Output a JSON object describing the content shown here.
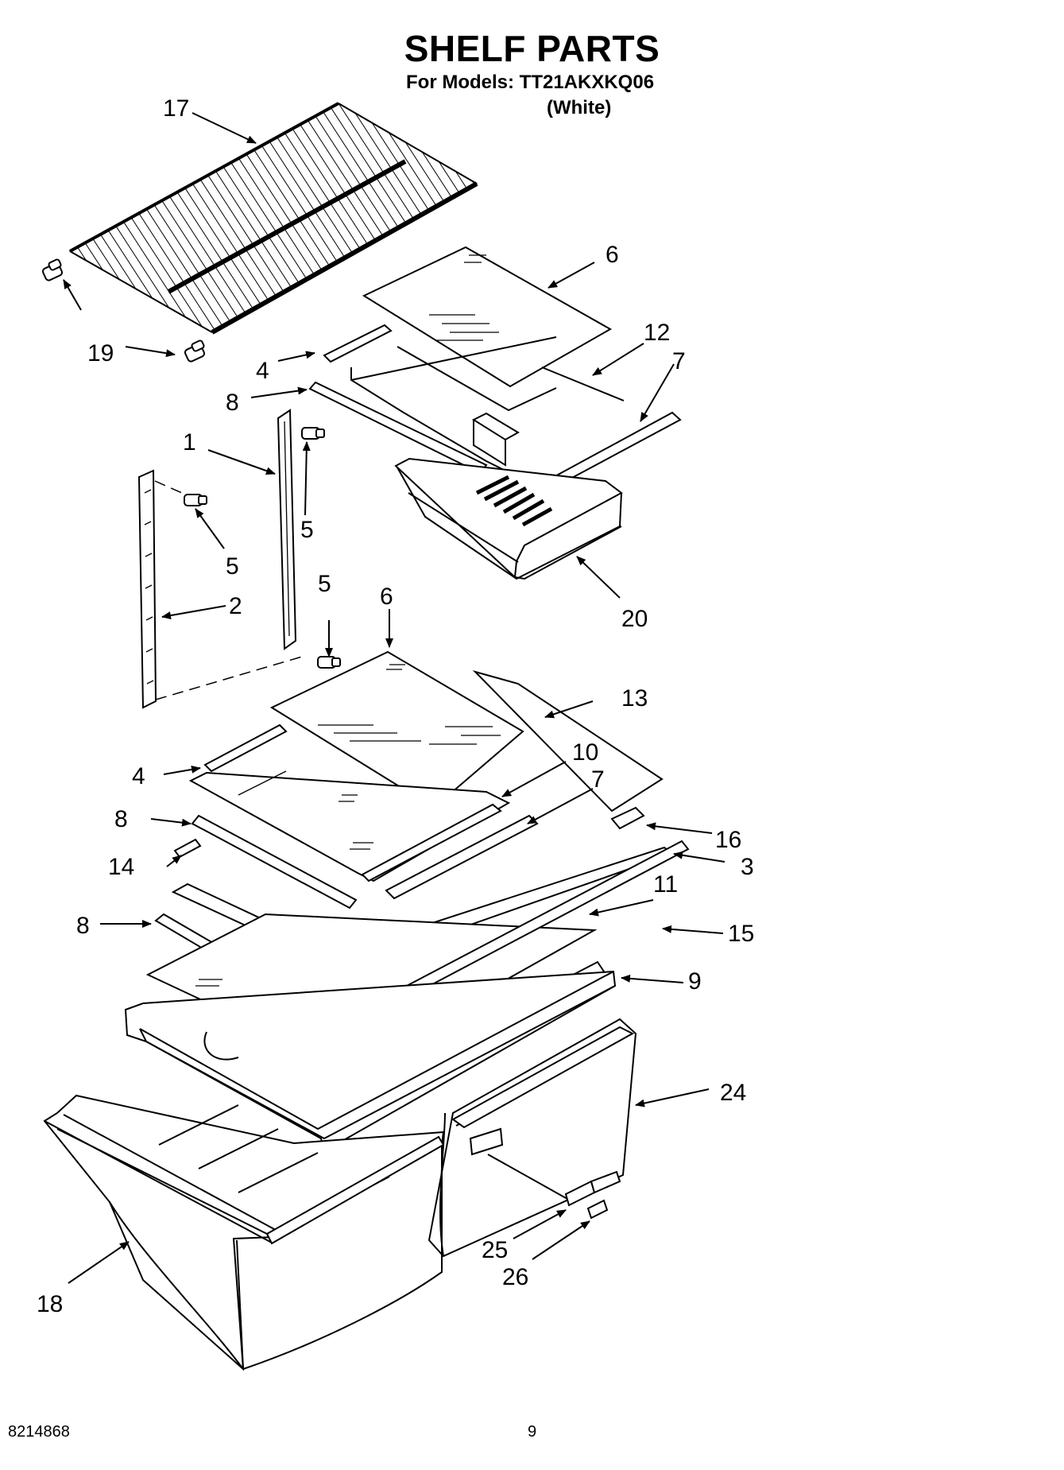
{
  "header": {
    "title": "SHELF PARTS",
    "models": "For Models: TT21AKXKQ06",
    "variant": "(White)"
  },
  "footer": {
    "doc_number": "8214868",
    "page_number": "9"
  },
  "callouts": [
    "17",
    "6",
    "12",
    "7",
    "19",
    "4",
    "8",
    "1",
    "5",
    "5",
    "5",
    "2",
    "20",
    "6",
    "13",
    "4",
    "10",
    "7",
    "8",
    "16",
    "14",
    "3",
    "11",
    "8",
    "15",
    "9",
    "24",
    "25",
    "26",
    "18"
  ]
}
